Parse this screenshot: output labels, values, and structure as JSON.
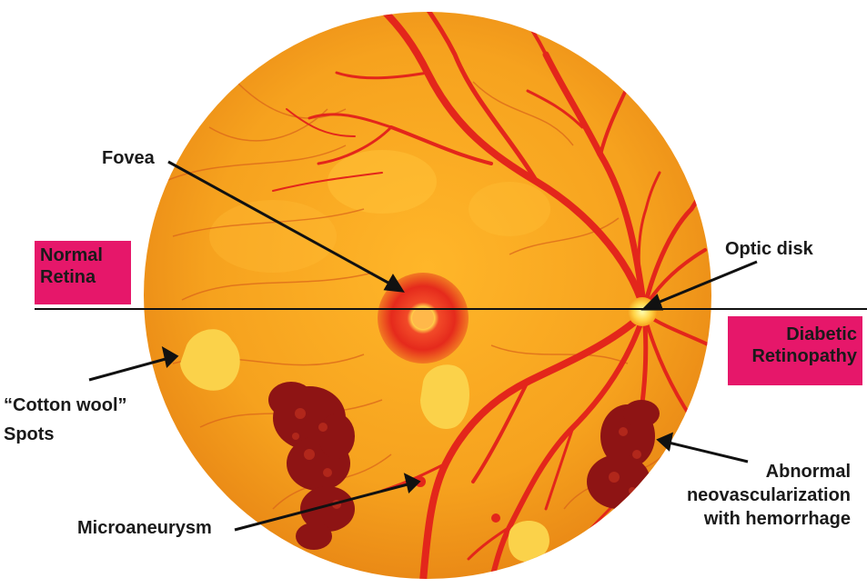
{
  "labels": {
    "fovea": "Fovea",
    "optic_disk": "Optic disk",
    "cotton_line1": "“Cotton wool”",
    "cotton_line2": "Spots",
    "microaneurysm": "Microaneurysm",
    "neo_line1": "Abnormal",
    "neo_line2": "neovascularization",
    "neo_line3": "with hemorrhage"
  },
  "sections": {
    "normal_line1": "Normal",
    "normal_line2": "Retina",
    "diabetic_line1": "Diabetic",
    "diabetic_line2": "Retinopathy"
  },
  "colors": {
    "retina_base": "#f6a21e",
    "vessel": "#e3261b",
    "hemorrhage": "#8e1414",
    "cotton_spot": "#fbd24a",
    "label_box": "#e6176a"
  }
}
